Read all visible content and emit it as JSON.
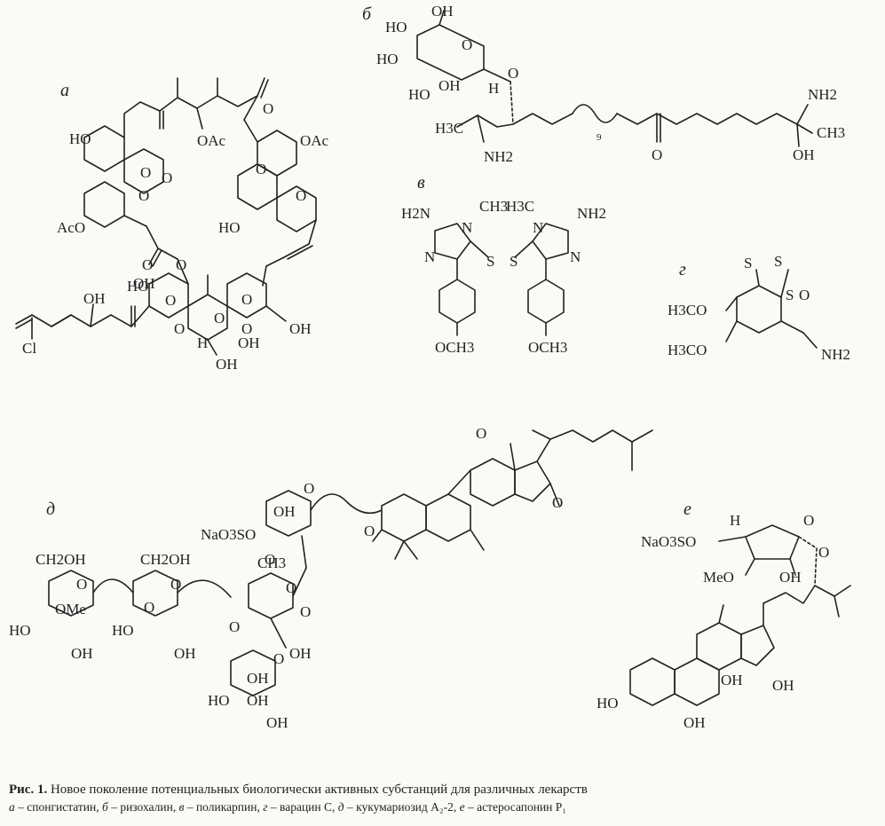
{
  "panels": {
    "a": {
      "label": "а",
      "atoms": [
        "HO",
        "OAc",
        "OAc",
        "AcO",
        "HO",
        "OH",
        "Cl",
        "HO",
        "O",
        "O",
        "O",
        "O",
        "O",
        "O",
        "O",
        "O",
        "O",
        "O",
        "O",
        "O",
        "OH",
        "OH",
        "OH",
        "OH",
        "H",
        "O"
      ]
    },
    "b": {
      "label": "б",
      "atoms": [
        "HO",
        "OH",
        "HO",
        "HO",
        "OH",
        "H",
        "O",
        "O",
        "H3C",
        "NH2",
        "O",
        "NH2",
        "CH3",
        "OH"
      ],
      "subscript": "9"
    },
    "v": {
      "label": "в",
      "atoms": [
        "H2N",
        "CH3",
        "H3C",
        "NH2",
        "N",
        "N",
        "N",
        "N",
        "S",
        "S",
        "OCH3",
        "OCH3"
      ]
    },
    "g": {
      "label": "г",
      "atoms": [
        "H3CO",
        "H3CO",
        "S",
        "S",
        "S",
        "O",
        "NH2"
      ]
    },
    "d": {
      "label": "д",
      "atoms": [
        "CH2OH",
        "CH2OH",
        "CH3",
        "O",
        "O",
        "O",
        "O",
        "O",
        "O",
        "O",
        "O",
        "OMe",
        "HO",
        "OH",
        "HO",
        "OH",
        "OH",
        "NaO3SO",
        "OH",
        "O",
        "OH",
        "OH",
        "HO",
        "OH",
        "O",
        "O",
        "O"
      ]
    },
    "e": {
      "label": "е",
      "atoms": [
        "H",
        "O",
        "NaO3SO",
        "MeO",
        "OH",
        "O",
        "OH",
        "HO",
        "OH",
        "OH"
      ]
    }
  },
  "caption": {
    "fig_label": "Рис. 1.",
    "title": "Новое поколение потенциальных биологически активных субстанций для различных лекарств",
    "legend": [
      {
        "key": "а",
        "text": " – спонгистатин, "
      },
      {
        "key": "б",
        "text": " – ризохалин, "
      },
      {
        "key": "в",
        "text": " – поликарпин, "
      },
      {
        "key": "г",
        "text": " – варацин С, "
      },
      {
        "key": "д",
        "text": " – кукумариозид A₂-2, "
      },
      {
        "key": "е",
        "text": " – астеросапонин P₁"
      }
    ]
  }
}
